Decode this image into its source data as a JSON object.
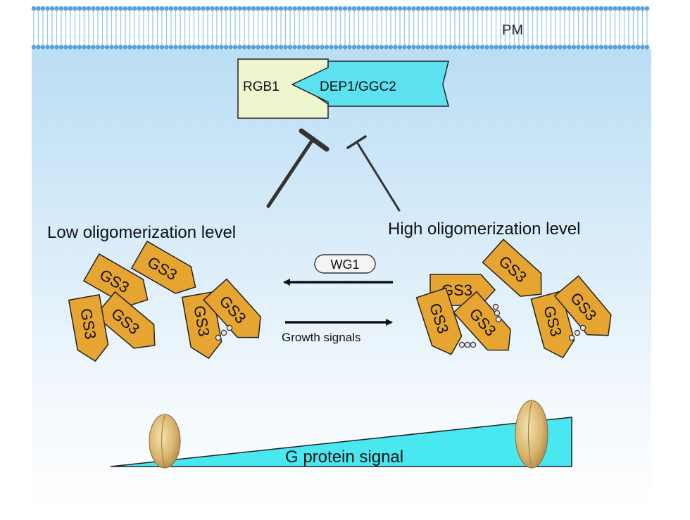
{
  "membrane": {
    "label": "PM"
  },
  "complex": {
    "rgb1": "RGB1",
    "dep1": "DEP1/GGC2"
  },
  "states": {
    "low": "Low oligomerization level",
    "high": "High oligomerization level"
  },
  "protein": {
    "label": "GS3"
  },
  "arrows": {
    "reverse_label": "WG1",
    "forward_label": "Growth signals"
  },
  "signal": {
    "label": "G protein signal"
  },
  "colors": {
    "gs3_fill": "#E6A431",
    "dep1_fill": "#5CE1F0",
    "rgb1_fill": "#EEF6CF",
    "wedge_fill": "#49E8F0",
    "bg_top": "#B9DDF4",
    "bg_bottom": "#FFFFFF"
  }
}
